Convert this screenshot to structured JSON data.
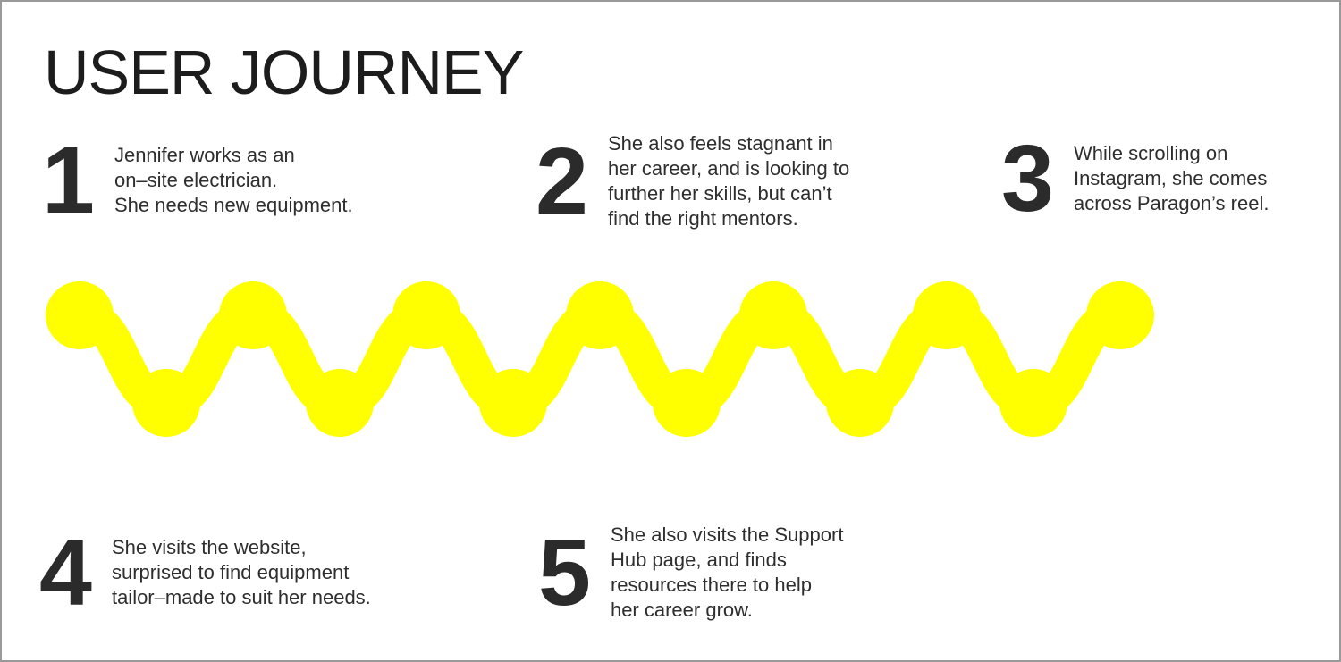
{
  "title": "USER JOURNEY",
  "steps": [
    {
      "number": "1",
      "lines": [
        "Jennifer works as an",
        "on–site electrician.",
        "She needs new equipment."
      ]
    },
    {
      "number": "2",
      "lines": [
        "She also feels stagnant in",
        "her career, and is looking to",
        "further her skills, but can’t",
        "find the right mentors."
      ]
    },
    {
      "number": "3",
      "lines": [
        "While scrolling on",
        "Instagram, she comes",
        "across Paragon’s reel."
      ]
    },
    {
      "number": "4",
      "lines": [
        "She visits the website,",
        "surprised to find equipment",
        "tailor–made to suit her needs."
      ]
    },
    {
      "number": "5",
      "lines": [
        "She also visits the Support",
        "Hub page, and finds",
        "resources there to help",
        "her career grow."
      ]
    }
  ],
  "wave": {
    "color": "#FFFF00",
    "top_bumps": 7,
    "bottom_bumps": 6
  },
  "colors": {
    "background": "#ffffff",
    "border": "#9a9a9a",
    "title": "#1c1c1c",
    "number": "#2b2b2b",
    "text": "#2e2e2e",
    "wave": "#FFFF00"
  }
}
